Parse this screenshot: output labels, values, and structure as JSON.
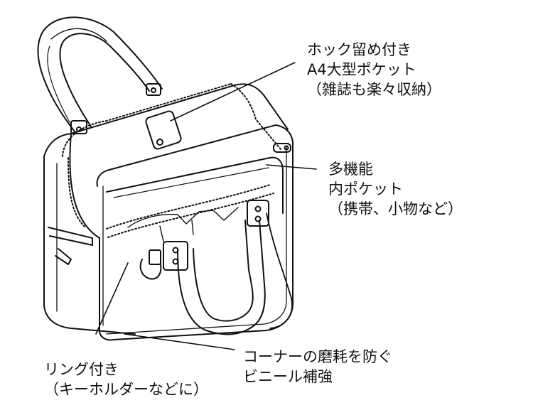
{
  "labels": {
    "a4_pocket": {
      "line1": "ホック留め付き",
      "line2": "A4大型ポケット",
      "line3": "（雑誌も楽々収納）"
    },
    "inner_pocket": {
      "line1": "多機能",
      "line2": "内ポケット",
      "line3": "（携帯、小物など）"
    },
    "ring": {
      "line1": "リング付き",
      "line2": "（キーホルダーなどに）"
    },
    "corner_vinyl": {
      "line1": "コーナーの磨耗を防ぐ",
      "line2": "ビニール補強"
    }
  }
}
